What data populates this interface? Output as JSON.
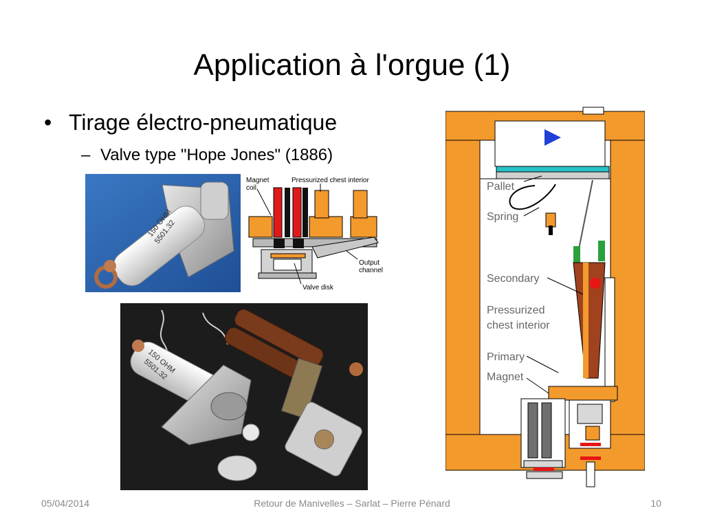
{
  "slide": {
    "title": "Application à l'orgue (1)",
    "bullet1": "Tirage électro-pneumatique",
    "bullet2": "Valve type \"Hope Jones\" (1886)"
  },
  "small_diagram": {
    "magnet_coil_l1": "Magnet",
    "magnet_coil_l2": "coil",
    "chest_label": "Pressurized chest interior",
    "output_l1": "Output",
    "output_l2": "channel",
    "valve_disk": "Valve disk"
  },
  "photo_top": {
    "stamp_l1": "150 OHM",
    "stamp_l2": "5501.32"
  },
  "photo_bottom": {
    "stamp_l1": "150 OHM",
    "stamp_l2": "5501.32"
  },
  "large_diagram": {
    "pallet": "Pallet",
    "spring": "Spring",
    "secondary": "Secondary",
    "pressurized_l1": "Pressurized",
    "pressurized_l2": "chest interior",
    "primary": "Primary",
    "magnet": "Magnet"
  },
  "footer": {
    "date": "05/04/2014",
    "center": "Retour de Manivelles – Sarlat – Pierre Pénard",
    "page": "10"
  },
  "colors": {
    "orange": "#f39a2d",
    "wood": "#a0421e",
    "photo_bg_top": "#2d68b4",
    "photo_bg_bottom": "#1c1c1c"
  }
}
